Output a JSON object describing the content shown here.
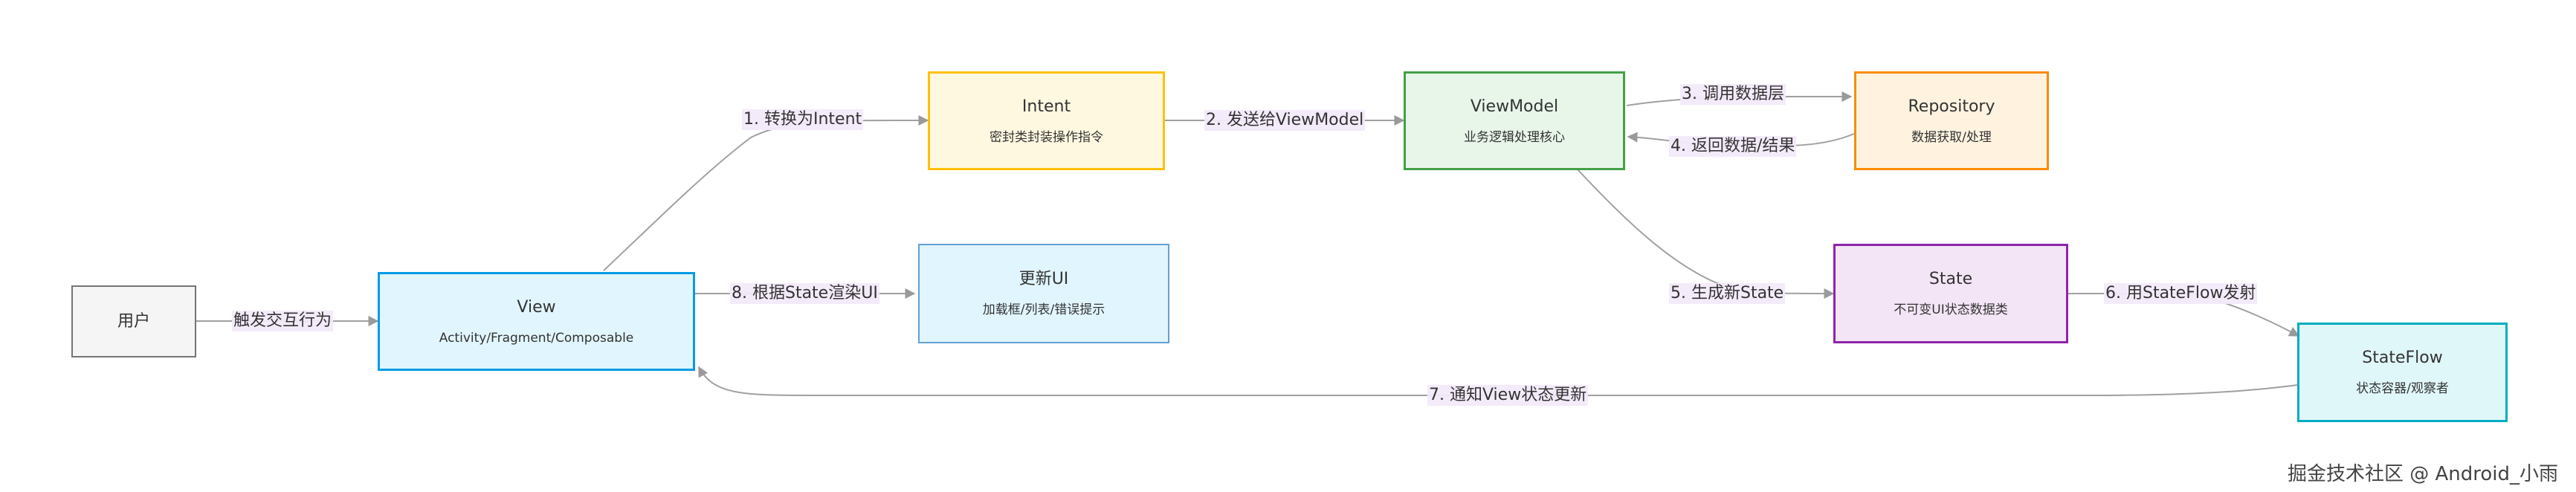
{
  "nodes": {
    "user": {
      "title": "用户",
      "sub": "",
      "fill": "#f5f5f5",
      "stroke": "#757575"
    },
    "view": {
      "title": "View",
      "sub": "Activity/Fragment/Composable",
      "fill": "#e1f5fe",
      "stroke": "#039be5"
    },
    "intent": {
      "title": "Intent",
      "sub": "密封类封装操作指令",
      "fill": "#fff8e1",
      "stroke": "#ffc107"
    },
    "viewmodel": {
      "title": "ViewModel",
      "sub": "业务逻辑处理核心",
      "fill": "#e8f5e9",
      "stroke": "#43a047"
    },
    "repository": {
      "title": "Repository",
      "sub": "数据获取/处理",
      "fill": "#fff3e0",
      "stroke": "#fb8c00"
    },
    "state": {
      "title": "State",
      "sub": "不可变UI状态数据类",
      "fill": "#f3e5f5",
      "stroke": "#8e24aa"
    },
    "stateflow": {
      "title": "StateFlow",
      "sub": "状态容器/观察者",
      "fill": "#e0f7fa",
      "stroke": "#00acc1"
    },
    "updateui": {
      "title": "更新UI",
      "sub": "加载框/列表/错误提示",
      "fill": "#e1f5fe",
      "stroke": "#64a0d2"
    }
  },
  "edges": {
    "user_view": "触发交互行为",
    "view_intent": "1. 转换为Intent",
    "intent_vm": "2. 发送给ViewModel",
    "vm_repo": "3. 调用数据层",
    "repo_vm": "4. 返回数据/结果",
    "vm_state": "5. 生成新State",
    "state_flow": "6. 用StateFlow发射",
    "flow_view": "7. 通知View状态更新",
    "view_update": "8. 根据State渲染UI"
  },
  "edge_color": "#a0a0a0",
  "watermark": "掘金技术社区 @ Android_小雨"
}
